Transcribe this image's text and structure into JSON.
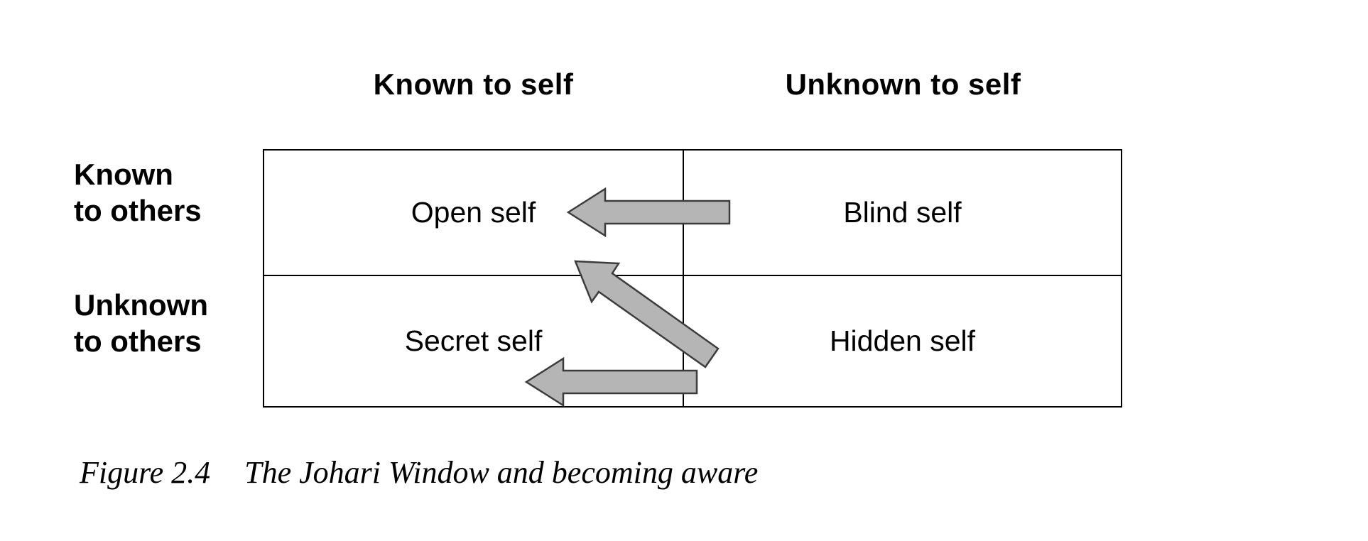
{
  "figure": {
    "column_headers": [
      "Known to self",
      "Unknown to self"
    ],
    "row_headers": [
      "Known\nto others",
      "Unknown\nto others"
    ],
    "cells": {
      "open_self": "Open self",
      "blind_self": "Blind self",
      "secret_self": "Secret self",
      "hidden_self": "Hidden self"
    },
    "arrows": [
      {
        "id": "arrow-blind-to-open",
        "direction": "left",
        "from": "Blind self",
        "to": "Open self"
      },
      {
        "id": "arrow-hidden-to-open",
        "direction": "up-left",
        "from": "Hidden self",
        "to": "Open self"
      },
      {
        "id": "arrow-hidden-to-secret",
        "direction": "left",
        "from": "Hidden self",
        "to": "Secret self"
      }
    ],
    "caption": {
      "label": "Figure 2.4",
      "title": "The Johari Window and becoming aware"
    },
    "colors": {
      "background": "#ffffff",
      "text": "#000000",
      "line": "#000000",
      "arrow_fill": "#b5b5b5",
      "arrow_stroke": "#3c3c3c"
    }
  }
}
